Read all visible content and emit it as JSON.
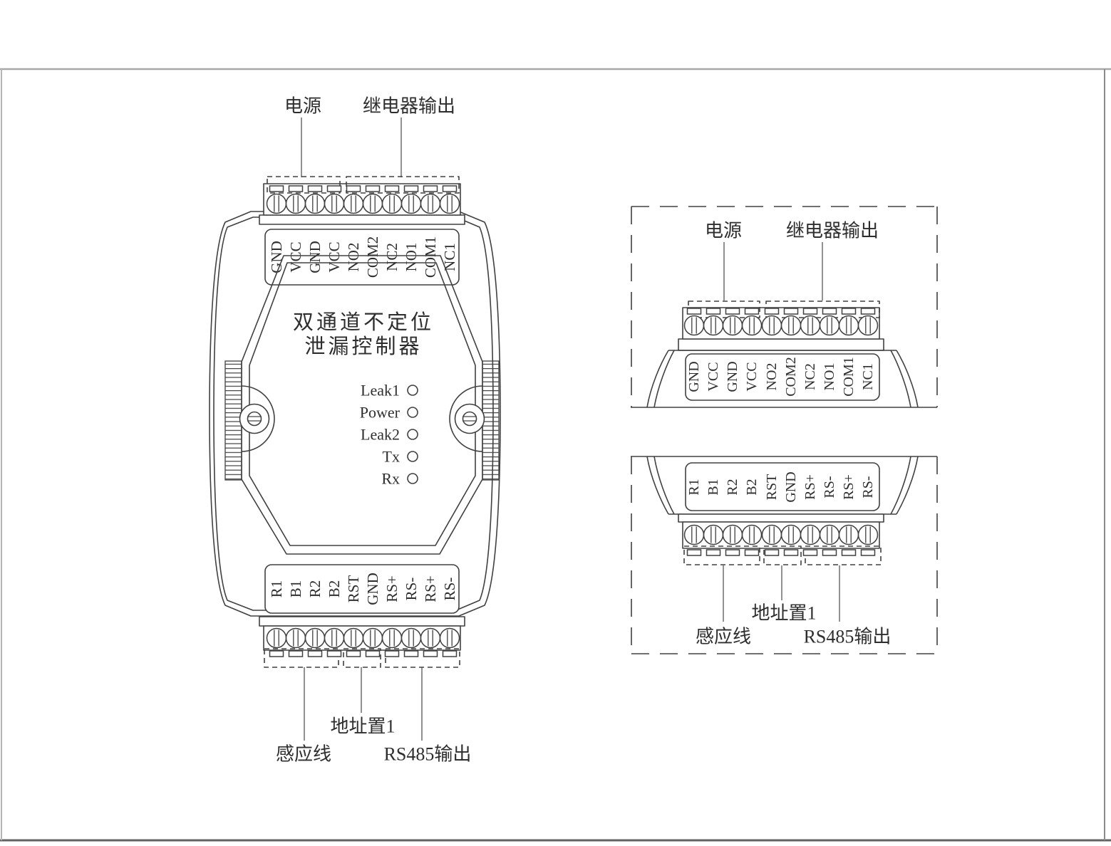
{
  "colors": {
    "line": "#404040",
    "text": "#2e2e2e",
    "page_border": "#9a9a9a",
    "background": "#ffffff"
  },
  "callouts": {
    "power": "电源",
    "relay": "继电器输出",
    "sense": "感应线",
    "address": "地址置1",
    "rs485": "RS485输出"
  },
  "device": {
    "title_line1": "双通道不定位",
    "title_line2": "泄漏控制器",
    "leds": [
      "Leak1",
      "Power",
      "Leak2",
      "Tx",
      "Rx"
    ]
  },
  "terminals": {
    "power_relay": [
      "GND",
      "VCC",
      "GND",
      "VCC",
      "NO2",
      "COM2",
      "NC2",
      "NO1",
      "COM1",
      "NC1"
    ],
    "io": [
      "R1",
      "B1",
      "R2",
      "B2",
      "RST",
      "GND",
      "RS+",
      "RS-",
      "RS+",
      "RS-"
    ]
  }
}
